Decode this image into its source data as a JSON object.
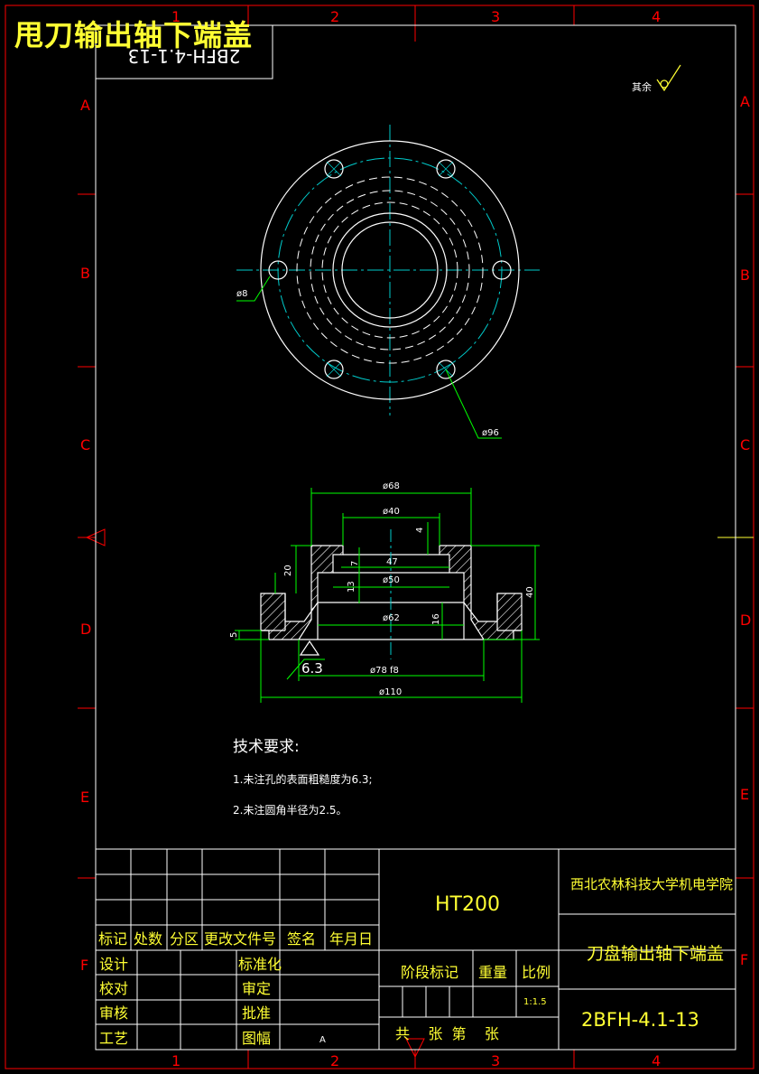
{
  "overlay_title": "甩刀输出轴下端盖",
  "mirrored_code": "2BFH-4.1-13",
  "border": {
    "cols_top": [
      "1",
      "2",
      "3",
      "4"
    ],
    "cols_bottom": [
      "1",
      "2",
      "3",
      "4"
    ],
    "rows_left": [
      "A",
      "B",
      "C",
      "D",
      "E",
      "F"
    ],
    "rows_right": [
      "A",
      "B",
      "C",
      "D",
      "E",
      "F"
    ]
  },
  "surface_note": "其余",
  "top_view": {
    "hole_dim": "ø8",
    "bolt_circle_dim": "ø96"
  },
  "section_view": {
    "dims": {
      "d68": "ø68",
      "d40": "ø40",
      "d4": "4",
      "d47": "47",
      "d7": "7",
      "d20": "20",
      "d50": "ø50",
      "d13": "13",
      "d40h": "40",
      "d62": "ø62",
      "d16": "16",
      "d5": "5",
      "d63": "6.3",
      "d78": "ø78 f8",
      "d110": "ø110"
    }
  },
  "tech_requirements": {
    "heading": "技术要求:",
    "items": [
      "1.未注孔的表面粗糙度为6.3;",
      "2.未注圆角半径为2.5。"
    ]
  },
  "title_block": {
    "material": "HT200",
    "company": "西北农林科技大学机电学院",
    "part_name": "刀盘输出轴下端盖",
    "drawing_no": "2BFH-4.1-13",
    "scale": "1:1.5",
    "rev_headers": [
      "标记",
      "处数",
      "分区",
      "更改文件号",
      "签名",
      "年月日"
    ],
    "sign_rows": [
      "设计",
      "校对",
      "审核",
      "工艺"
    ],
    "sign_rows2": [
      "标准化",
      "审定",
      "批准",
      "图幅"
    ],
    "sheet_size": "A",
    "stage_label": "阶段标记",
    "weight_label": "重量",
    "scale_label": "比例",
    "sheets_text": "共    张  第    张"
  },
  "colors": {
    "frame": "#ff0000",
    "line": "#ffffff",
    "center": "#00cccc",
    "dimension": "#00ff00",
    "text": "#ffff33"
  }
}
